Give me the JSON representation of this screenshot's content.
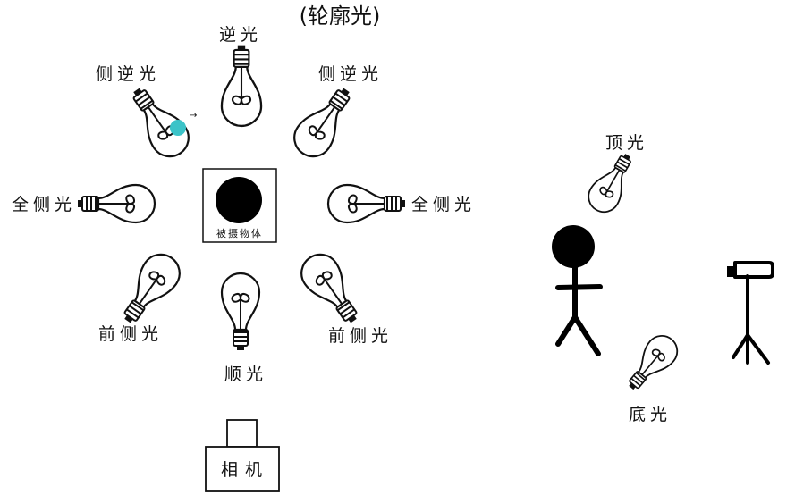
{
  "title": "(轮廓光)",
  "subject_label": "被摄物体",
  "camera_label": "相机",
  "lights": {
    "back": "逆光",
    "side_back_left": "侧逆光",
    "side_back_right": "侧逆光",
    "full_side_left": "全侧光",
    "full_side_right": "全侧光",
    "front_side_left": "前侧光",
    "front_side_right": "前侧光",
    "front": "顺光",
    "top": "顶光",
    "bottom": "底光"
  },
  "cursor_arrow": "→",
  "colors": {
    "stroke": "#111111",
    "subject": "#000000",
    "cursor_dot": "#3cc3c8"
  }
}
